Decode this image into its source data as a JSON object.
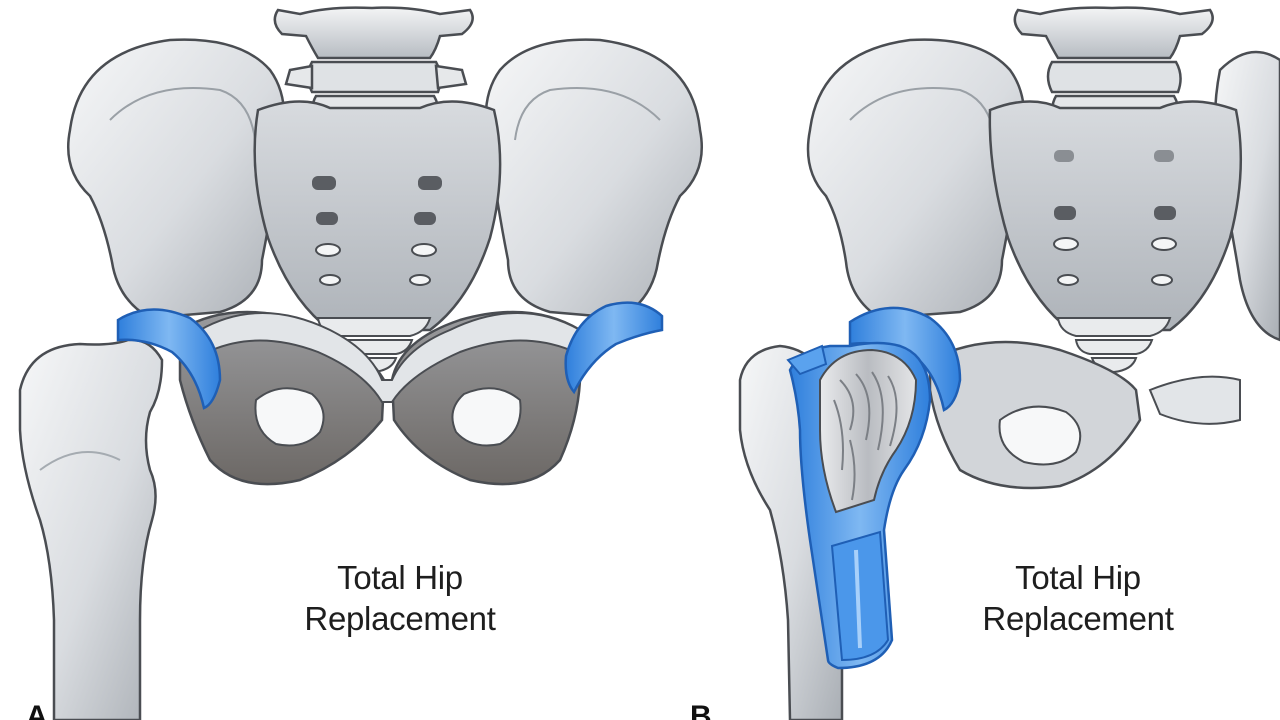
{
  "panels": [
    {
      "id": "A",
      "letter": "A",
      "caption_line1": "Total Hip",
      "caption_line2": "Replacement",
      "implant_parts": [
        "acetabular-cup-left",
        "acetabular-cup-right"
      ]
    },
    {
      "id": "B",
      "letter": "B",
      "caption_line1": "Total Hip",
      "caption_line2": "Replacement",
      "implant_parts": [
        "acetabular-cup",
        "femoral-stem"
      ]
    }
  ],
  "colors": {
    "bone_light": "#eef0f2",
    "bone_mid": "#c9cdd2",
    "bone_shadow": "#8e949b",
    "foramen_shadow": "#6f6f72",
    "outline": "#4a4d52",
    "implant_blue": "#3c8ee6",
    "implant_blue_light": "#8cc1f5",
    "implant_outline": "#1f5fb5",
    "background": "#ffffff"
  }
}
